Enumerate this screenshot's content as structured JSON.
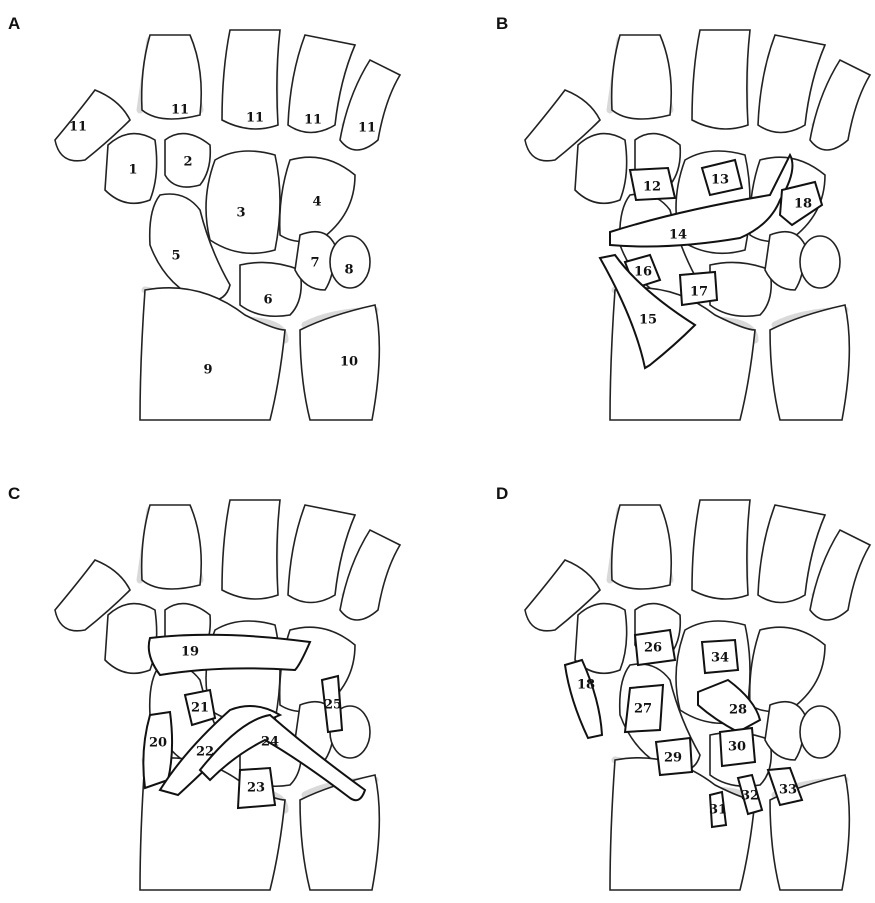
{
  "panels": [
    {
      "id": "A",
      "label": "A"
    },
    {
      "id": "B",
      "label": "B"
    },
    {
      "id": "C",
      "label": "C"
    },
    {
      "id": "D",
      "label": "D"
    }
  ],
  "labels": {
    "A": [
      "11",
      "11",
      "11",
      "11",
      "11",
      "1",
      "2",
      "3",
      "4",
      "5",
      "6",
      "7",
      "8",
      "9",
      "10"
    ],
    "B": [
      "12",
      "13",
      "14",
      "15",
      "16",
      "17",
      "18"
    ],
    "C": [
      "19",
      "20",
      "21",
      "22",
      "23",
      "24",
      "25"
    ],
    "D": [
      "18",
      "26",
      "27",
      "28",
      "29",
      "30",
      "31",
      "32",
      "33",
      "34"
    ]
  },
  "colors": {
    "outline": "#222222",
    "shading": "#b9b9b9",
    "background": "#ffffff"
  }
}
